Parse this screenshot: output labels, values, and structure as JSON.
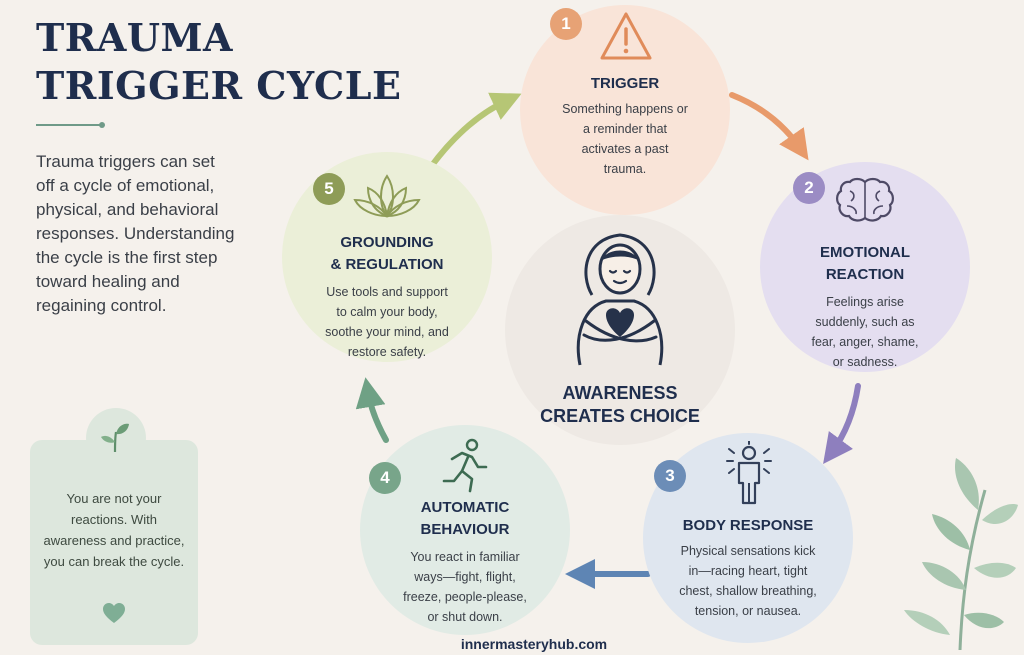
{
  "header": {
    "title_line1": "TRAUMA",
    "title_line2": "TRIGGER CYCLE"
  },
  "intro": {
    "text": "Trauma triggers can set off a cycle of emotional, physical, and behavioral responses. Understanding the cycle is the first step toward healing and regaining control."
  },
  "note": {
    "text": "You are not your reactions. With awareness and practice, you can break the cycle."
  },
  "steps": [
    {
      "number": "1",
      "title": "TRIGGER",
      "description": "Something happens or a reminder that activates a past trauma.",
      "color": "#e7a275",
      "icon": "warning-icon"
    },
    {
      "number": "2",
      "title_line1": "EMOTIONAL",
      "title_line2": "REACTION",
      "description": "Feelings arise suddenly, such as fear, anger, shame, or sadness.",
      "color": "#9b8cc4",
      "icon": "brain-icon"
    },
    {
      "number": "3",
      "title": "BODY RESPONSE",
      "description": "Physical sensations kick in—racing heart, tight chest, shallow breathing, tension, or nausea.",
      "color": "#6c8db7",
      "icon": "body-tension-icon"
    },
    {
      "number": "4",
      "title_line1": "AUTOMATIC",
      "title_line2": "BEHAVIOUR",
      "description": "You react in familiar ways—fight, flight, freeze, people-please, or shut down.",
      "color": "#78a58a",
      "icon": "running-person-icon"
    },
    {
      "number": "5",
      "title_line1": "GROUNDING",
      "title_line2": "& REGULATION",
      "description": "Use tools and support to calm your body, soothe your mind, and restore safety.",
      "color": "#8e9c57",
      "icon": "lotus-icon"
    }
  ],
  "center": {
    "title_line1": "AWARENESS",
    "title_line2": "CREATES CHOICE",
    "icon": "self-hug-icon"
  },
  "footer": {
    "site": "innermasteryhub.com"
  }
}
